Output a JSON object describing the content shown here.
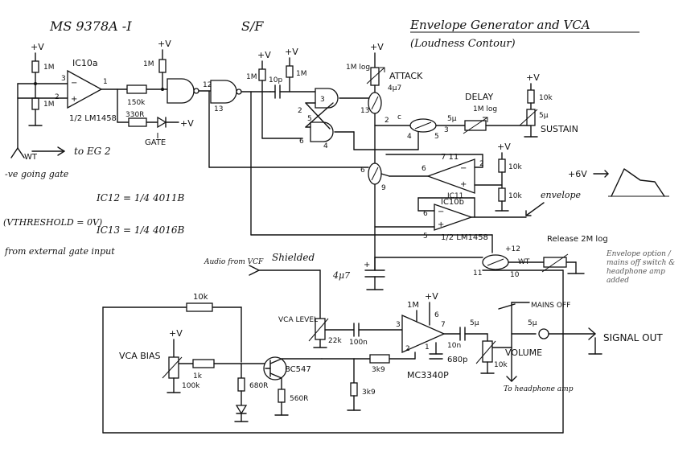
{
  "header": {
    "doc_id": "MS 9378A -I",
    "section": "S/F",
    "title": "Envelope Generator and VCA",
    "subtitle": "(Loudness Contour)"
  },
  "labels": {
    "ic10a": "IC10a",
    "half_lm1458": "1/2 LM1458",
    "r_1m_a": "1M",
    "r_1m_b": "1M",
    "r_1m_c": "1M",
    "r_1m_d": "1M",
    "r_1m_e": "1M",
    "r_150k": "150k",
    "r_330r": "330R",
    "plus_v": "+V",
    "gate": "GATE",
    "wt": "WT",
    "to_eg2": "to EG 2",
    "neg_going_gate": "-ve going gate",
    "v_threshold": "(VTHRESHOLD = 0V)",
    "from_external": "from external gate input",
    "ic12_def": "IC12  = 1/4 4011B",
    "ic13_def": "IC13  = 1/4 4016B",
    "cap_10p": "10p",
    "r_1m_log": "1M log",
    "attack": "ATTACK",
    "r_10k_a": "10k",
    "r_10k_b": "10k",
    "r_10k_c": "10k",
    "delay": "DELAY",
    "delay_pot": "1M log",
    "sustain": "SUSTAIN",
    "ic11": "IC11",
    "ic10b": "IC10b",
    "half_lm1458_b": "1/2 LM1458",
    "plus_6v": "+6V",
    "envelope": "envelope",
    "release": "Release  2M log",
    "cap_4u7": "4μ7",
    "audio_from_vcf": "Audio from VCF",
    "shielded": "Shielded",
    "vca_level": "VCA LEVEL",
    "r_22k": "22k",
    "cap_100n": "100n",
    "r_10k_top": "10k",
    "r_1k": "1k",
    "r_100k": "100k",
    "r_680r": "680R",
    "r_560r": "560R",
    "bc547": "BC547",
    "r_3k9a": "3k9",
    "r_3k9b": "3k9",
    "vca_bias": "VCA BIAS",
    "mc3340p": "MC3340P",
    "cap_680p": "680p",
    "cap_10n": "10n",
    "cap_5u": "5μ",
    "cap_5u_b": "5μ",
    "r_1m_f": "1M",
    "volume": "VOLUME",
    "r_10k_vol": "10k",
    "mains_off": "MAINS OFF",
    "signal_out": "SIGNAL OUT",
    "to_headphone": "To headphone amp",
    "side_note": "Envelope option / mains off switch & headphone amp added"
  },
  "colors": {
    "ink": "#111111",
    "paper": "#ffffff"
  }
}
